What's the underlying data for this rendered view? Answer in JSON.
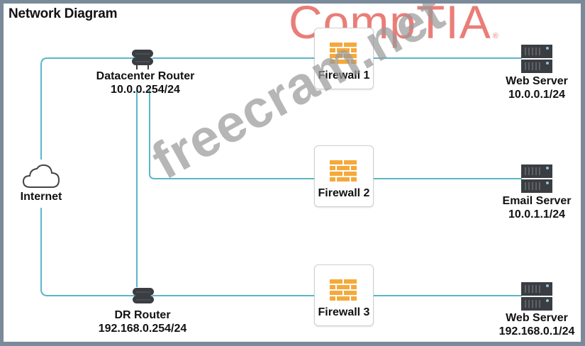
{
  "title": "Network Diagram",
  "logo": {
    "text": "CompTIA",
    "registered": "®",
    "color": "#e8706a"
  },
  "watermark": "freecram.net",
  "colors": {
    "frame": "#7a8a9a",
    "link": "#5bb6c9",
    "firewall": "#f5a93a",
    "device": "#3a3d42"
  },
  "nodes": {
    "internet": {
      "label": "Internet",
      "icon": "cloud-icon"
    },
    "datacenter_router": {
      "name": "Datacenter Router",
      "ip": "10.0.0.254/24",
      "icon": "router-icon"
    },
    "dr_router": {
      "name": "DR Router",
      "ip": "192.168.0.254/24",
      "icon": "router-icon"
    },
    "firewalls": [
      {
        "label": "Firewall 1",
        "icon": "firewall-icon"
      },
      {
        "label": "Firewall 2",
        "icon": "firewall-icon"
      },
      {
        "label": "Firewall 3",
        "icon": "firewall-icon"
      }
    ],
    "servers": [
      {
        "name": "Web Server",
        "ip": "10.0.0.1/24",
        "icon": "server-icon"
      },
      {
        "name": "Email Server",
        "ip": "10.0.1.1/24",
        "icon": "server-icon"
      },
      {
        "name": "Web Server",
        "ip": "192.168.0.1/24",
        "icon": "server-icon"
      }
    ]
  },
  "links": [
    [
      "internet",
      "datacenter_router"
    ],
    [
      "internet",
      "dr_router"
    ],
    [
      "datacenter_router",
      "dr_router"
    ],
    [
      "datacenter_router",
      "firewall_1"
    ],
    [
      "datacenter_router",
      "firewall_2"
    ],
    [
      "dr_router",
      "firewall_3"
    ],
    [
      "firewall_1",
      "web_server_1"
    ],
    [
      "firewall_2",
      "email_server"
    ],
    [
      "firewall_3",
      "web_server_2"
    ]
  ]
}
